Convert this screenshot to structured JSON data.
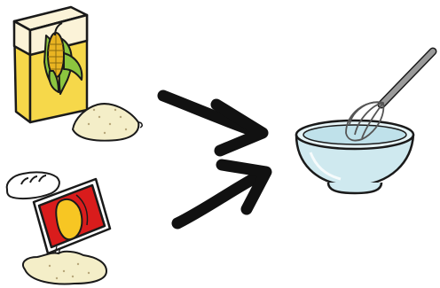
{
  "diagram": {
    "ingredients": [
      {
        "name": "cornmeal",
        "icons": [
          "cornmeal-box",
          "corn-cob",
          "cornmeal-pile"
        ]
      },
      {
        "name": "yeast",
        "icons": [
          "bread-loaf",
          "yeast-packet",
          "yeast-pile"
        ]
      }
    ],
    "result": {
      "name": "mixing",
      "icons": [
        "glass-bowl",
        "whisk"
      ]
    },
    "arrows": 2,
    "colors": {
      "outline": "#1a1a1a",
      "box_yellow": "#f6d84a",
      "box_cream": "#fbf3d8",
      "corn_green": "#8cc63f",
      "corn_kernel": "#e9b422",
      "powder": "#f4eec8",
      "packet_red": "#d91c1c",
      "packet_yellow": "#f7c623",
      "bowl_blue": "#cfe9ef",
      "whisk_gray": "#9a9a9a"
    }
  }
}
